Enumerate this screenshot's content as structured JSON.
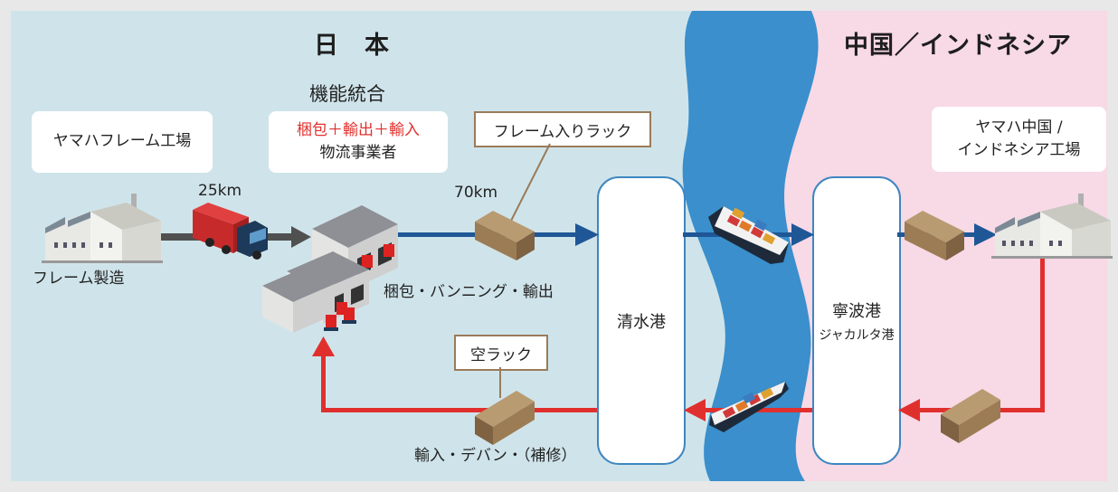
{
  "regions": {
    "japan": "日　本",
    "overseas": "中国／インドネシア"
  },
  "header": {
    "integration": "機能統合"
  },
  "nodes": {
    "yamaha_frame_factory": "ヤマハフレーム工場",
    "logistics_red": "梱包＋輸出＋輸入",
    "logistics": "物流事業者",
    "rack_with_frame": "フレーム入りラック",
    "empty_rack": "空ラック",
    "factory_overseas_line1": "ヤマハ中国 /",
    "factory_overseas_line2": "インドネシア工場"
  },
  "ports": {
    "shimizu": "清水港",
    "ningbo": "寧波港",
    "jakarta": "ジャカルタ港"
  },
  "labels": {
    "frame_manufacturing": "フレーム製造",
    "distance_1": "25km",
    "distance_2": "70km",
    "packing_export": "梱包・バンニング・輸出",
    "import_devanning": "輸入・デバン・（補修）"
  },
  "colors": {
    "japan_bg": "#cfe4ea",
    "overseas_bg": "#f8d9e6",
    "sea": "#3a8fcc",
    "flow_out": "#1f5796",
    "flow_return": "#e0302e",
    "truck_arrow": "#505050",
    "rack_brown": "#9a7b5a"
  }
}
